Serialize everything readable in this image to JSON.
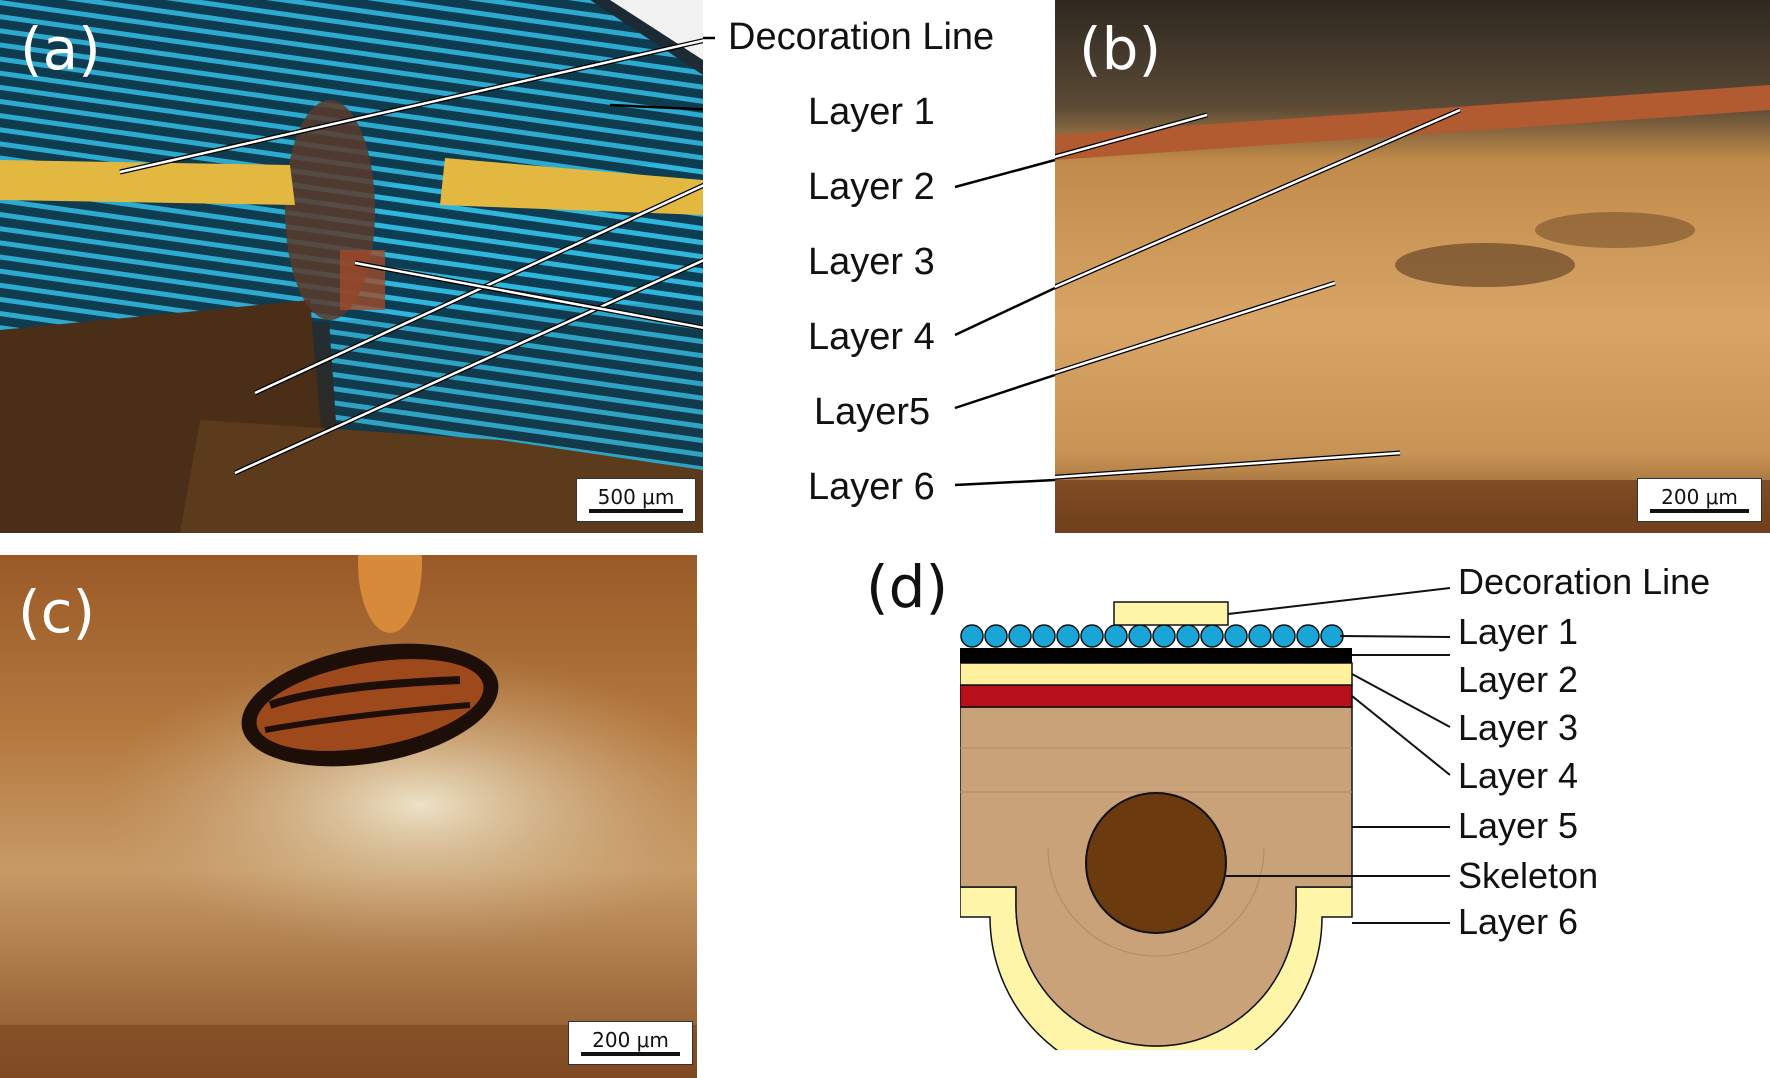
{
  "panels": {
    "a": {
      "label": "(a)",
      "scale": "500 μm"
    },
    "b": {
      "label": "(b)",
      "scale": "200 μm"
    },
    "c": {
      "label": "(c)",
      "scale": "200 μm"
    },
    "d": {
      "label": "(d)"
    }
  },
  "ab_labels": {
    "decoration_line": "Decoration Line",
    "layer1": "Layer 1",
    "layer2": "Layer 2",
    "layer3": "Layer 3",
    "layer4": "Layer 4",
    "layer5": "Layer5",
    "layer6": "Layer 6"
  },
  "d_labels": {
    "decoration_line": "Decoration Line",
    "layer1": "Layer 1",
    "layer2": "Layer 2",
    "layer3": "Layer 3",
    "layer4": "Layer 4",
    "layer5": "Layer 5",
    "skeleton": "Skeleton",
    "layer6": "Layer 6"
  },
  "colors": {
    "feather_blue": "#19a6d6",
    "gold": "#e3b840",
    "layer2_black": "#000000",
    "layer3_cream": "#fff0a0",
    "layer4_red": "#b8101a",
    "layer5_tan": "#c9a27a",
    "skeleton_brown": "#6b3a0e",
    "layer6_cream": "#fff5a8"
  }
}
